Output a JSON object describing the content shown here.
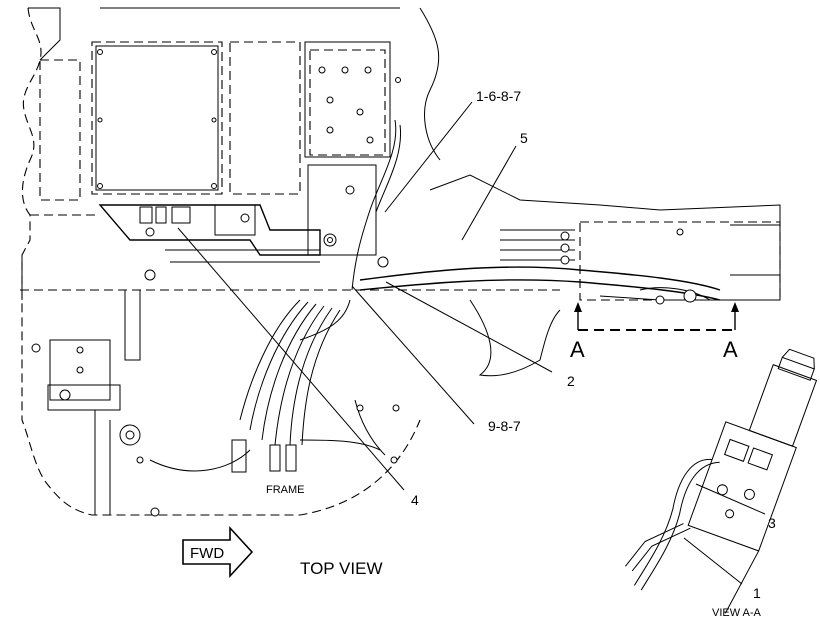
{
  "callouts": {
    "c1687": "1-6-8-7",
    "c5": "5",
    "c2": "2",
    "c987": "9-8-7",
    "c4": "4",
    "c3": "3",
    "c1": "1"
  },
  "section_marks": {
    "left": "A",
    "right": "A"
  },
  "fwd_label": "FWD",
  "frame_label": "FRAME",
  "title": "TOP VIEW",
  "detail_label": "VIEW A-A"
}
